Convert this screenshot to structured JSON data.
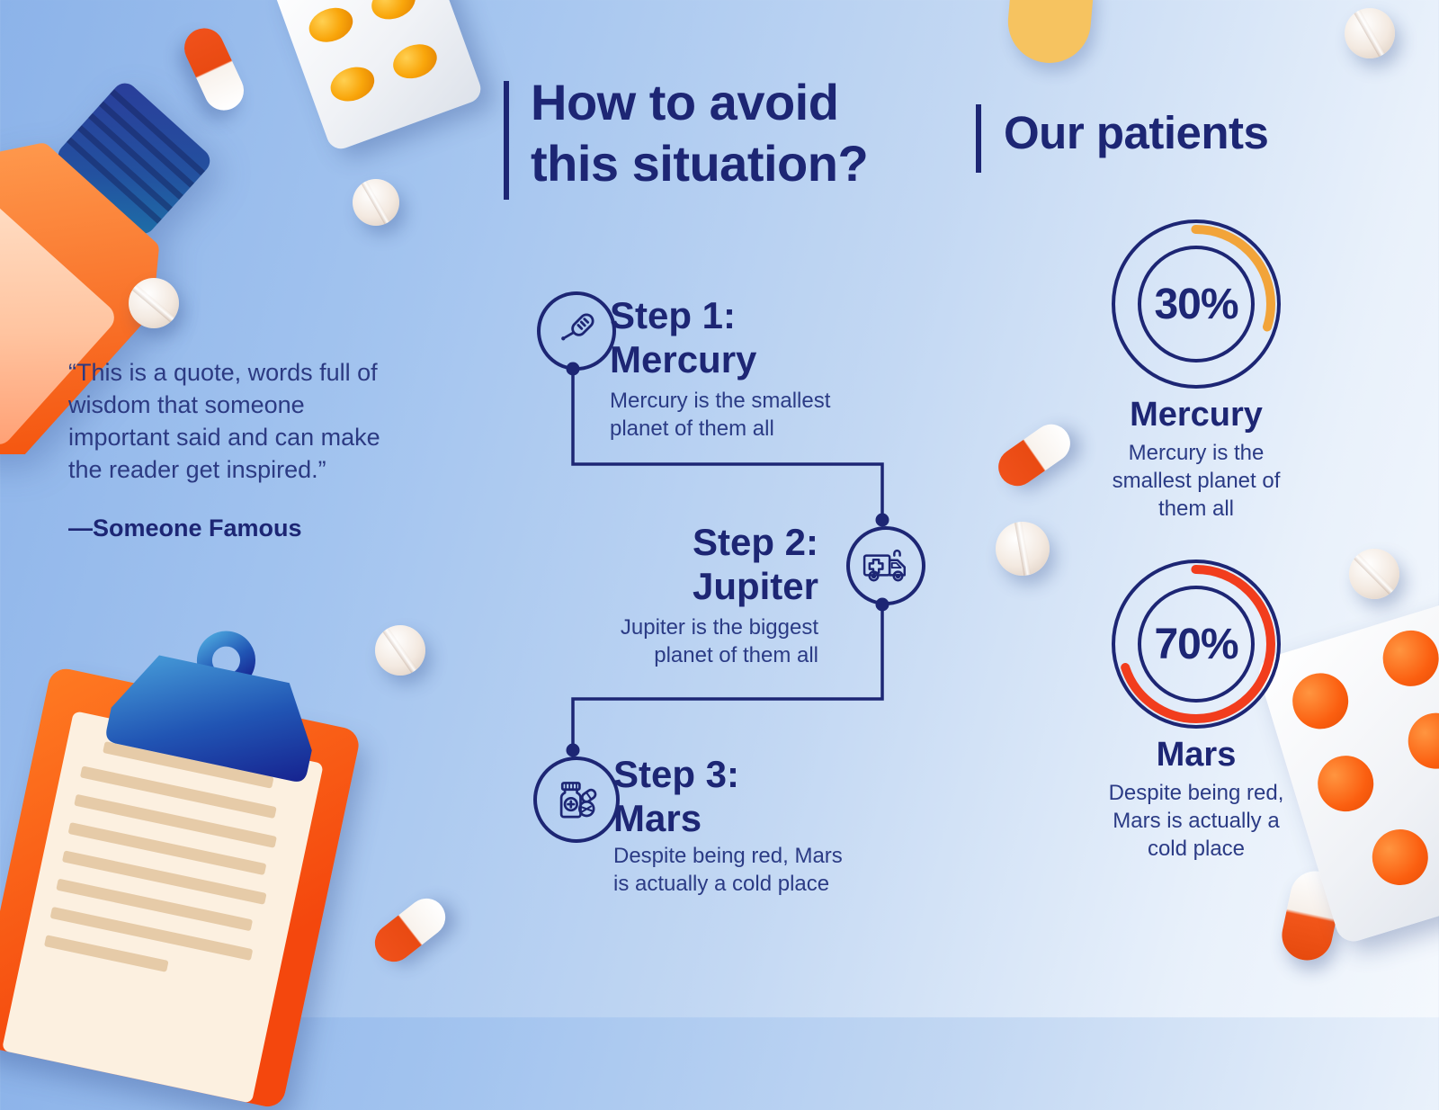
{
  "colors": {
    "navy": "#1d2674",
    "body_text": "#2b3b85",
    "mercury_arc": "#F2A43A",
    "mars_arc": "#F23D1D"
  },
  "quote": {
    "lines": [
      "“This is a quote, words full of",
      "wisdom that someone",
      "important said and can make",
      "the reader get inspired.”"
    ],
    "author": "—Someone Famous"
  },
  "steps_section": {
    "title_line1": "How to avoid",
    "title_line2": "this situation?",
    "steps": [
      {
        "label": "Step 1:",
        "name": "Mercury",
        "icon": "thermometer-icon",
        "description_lines": [
          "Mercury is the smallest",
          "planet of them all"
        ]
      },
      {
        "label": "Step 2:",
        "name": "Jupiter",
        "icon": "ambulance-icon",
        "description_lines": [
          "Jupiter is the biggest",
          "planet of them all"
        ]
      },
      {
        "label": "Step 3:",
        "name": "Mars",
        "icon": "medicine-icon",
        "description_lines": [
          "Despite being red, Mars",
          "is actually a cold place"
        ]
      }
    ]
  },
  "patients_section": {
    "title": "Our patients",
    "stats": [
      {
        "percent": "30%",
        "value": 30,
        "arc_color": "#F2A43A",
        "name": "Mercury",
        "description_lines": [
          "Mercury is the",
          "smallest planet of",
          "them all"
        ]
      },
      {
        "percent": "70%",
        "value": 70,
        "arc_color": "#F23D1D",
        "name": "Mars",
        "description_lines": [
          "Despite being red,",
          "Mars is actually a",
          "cold place"
        ]
      }
    ]
  }
}
